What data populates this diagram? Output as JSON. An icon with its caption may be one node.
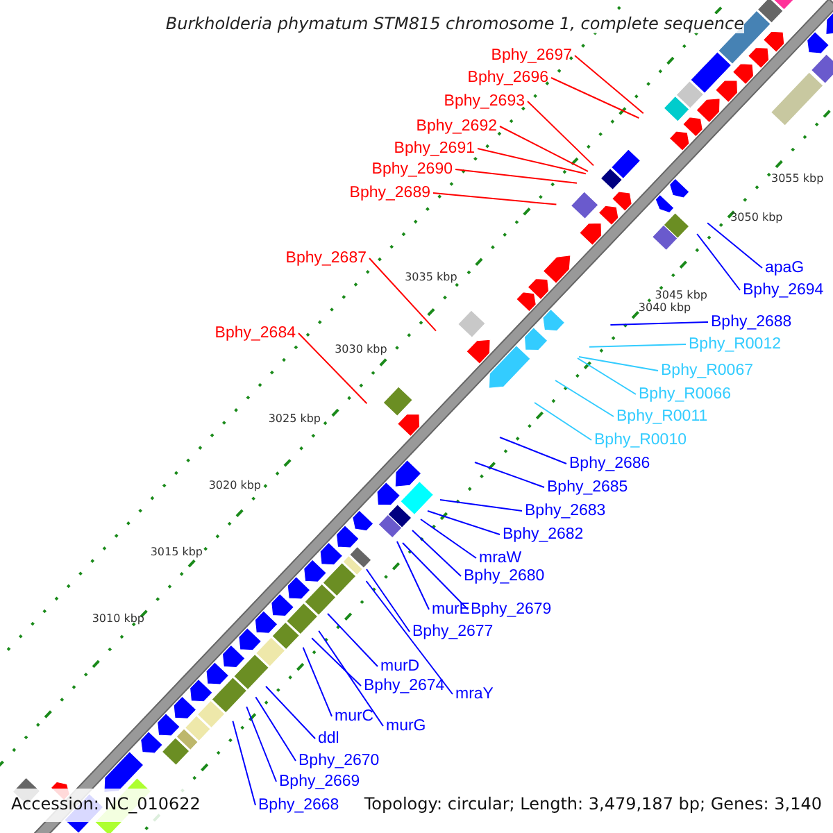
{
  "diagram": {
    "title": "Burkholderia phymatum STM815 chromosome 1, complete sequence",
    "nodes": [
      {
        "text": [
          "Bphy_2697"
        ]
      },
      {
        "text": [
          "Bphy_2696"
        ]
      },
      {
        "text": [
          "Bphy_2693"
        ]
      },
      {
        "text": [
          "Bphy_2692"
        ]
      },
      {
        "text": [
          "Bphy_2691"
        ]
      },
      {
        "text": [
          "Bphy_2690"
        ]
      },
      {
        "text": [
          "Bphy_2689"
        ]
      },
      {
        "text": [
          "Bphy_2687"
        ]
      },
      {
        "text": [
          "Bphy_2684"
        ]
      },
      {
        "text": [
          "apaG"
        ]
      },
      {
        "text": [
          "Bphy_2694"
        ]
      },
      {
        "text": [
          "Bphy_2688"
        ]
      },
      {
        "text": [
          "Bphy_R0012"
        ]
      },
      {
        "text": [
          "Bphy_R0067"
        ]
      },
      {
        "text": [
          "Bphy_R0066"
        ]
      },
      {
        "text": [
          "Bphy_R0011"
        ]
      },
      {
        "text": [
          "Bphy_R0010"
        ]
      },
      {
        "text": [
          "Bphy_2686"
        ]
      },
      {
        "text": [
          "Bphy_2685"
        ]
      },
      {
        "text": [
          "Bphy_2683"
        ]
      },
      {
        "text": [
          "Bphy_2682"
        ]
      },
      {
        "text": [
          "mraW"
        ]
      },
      {
        "text": [
          "Bphy_2680"
        ]
      },
      {
        "text": [
          "murE"
        ]
      },
      {
        "text": [
          "Bphy_2679"
        ]
      },
      {
        "text": [
          "Bphy_2677"
        ]
      },
      {
        "text": [
          "murD"
        ]
      },
      {
        "text": [
          "Bphy_2674"
        ]
      },
      {
        "text": [
          "mraY"
        ]
      },
      {
        "text": [
          "murC"
        ]
      },
      {
        "text": [
          "murG"
        ]
      },
      {
        "text": [
          "ddl"
        ]
      },
      {
        "text": [
          "Bphy_2670"
        ]
      },
      {
        "text": [
          "Bphy_2669"
        ]
      },
      {
        "text": [
          "Bphy_2668"
        ]
      }
    ],
    "edges": [
      {
        "from": 0,
        "to": null,
        "arrow": "none",
        "color": "#ff0000"
      },
      {
        "from": 1,
        "to": null,
        "arrow": "none",
        "color": "#ff0000"
      },
      {
        "from": 2,
        "to": null,
        "arrow": "none",
        "color": "#ff0000"
      },
      {
        "from": 3,
        "to": null,
        "arrow": "none",
        "color": "#ff0000"
      },
      {
        "from": 4,
        "to": null,
        "arrow": "none",
        "color": "#ff0000"
      },
      {
        "from": 5,
        "to": null,
        "arrow": "none",
        "color": "#ff0000"
      },
      {
        "from": 6,
        "to": null,
        "arrow": "none",
        "color": "#ff0000"
      },
      {
        "from": 7,
        "to": null,
        "arrow": "none",
        "color": "#ff0000"
      },
      {
        "from": 8,
        "to": null,
        "arrow": "none",
        "color": "#ff0000"
      },
      {
        "from": 9,
        "to": null,
        "arrow": "none"
      },
      {
        "from": 10,
        "to": null,
        "arrow": "none"
      },
      {
        "from": 11,
        "to": null,
        "arrow": "none"
      },
      {
        "from": 12,
        "to": null,
        "arrow": "none",
        "color": "#33ccff"
      },
      {
        "from": 13,
        "to": null,
        "arrow": "none",
        "color": "#33ccff"
      },
      {
        "from": 14,
        "to": null,
        "arrow": "none",
        "color": "#33ccff"
      },
      {
        "from": 15,
        "to": null,
        "arrow": "none",
        "color": "#33ccff"
      },
      {
        "from": 16,
        "to": null,
        "arrow": "none",
        "color": "#33ccff"
      },
      {
        "from": 17,
        "to": null,
        "arrow": "none"
      },
      {
        "from": 18,
        "to": null,
        "arrow": "none"
      },
      {
        "from": 19,
        "to": null,
        "arrow": "none"
      },
      {
        "from": 20,
        "to": null,
        "arrow": "none"
      },
      {
        "from": 21,
        "to": null,
        "arrow": "none"
      },
      {
        "from": 22,
        "to": null,
        "arrow": "none"
      },
      {
        "from": 23,
        "to": null,
        "arrow": "none"
      },
      {
        "from": 24,
        "to": null,
        "arrow": "none"
      },
      {
        "from": 25,
        "to": null,
        "arrow": "none"
      },
      {
        "from": 26,
        "to": null,
        "arrow": "none"
      },
      {
        "from": 27,
        "to": null,
        "arrow": "none"
      },
      {
        "from": 28,
        "to": null,
        "arrow": "none"
      },
      {
        "from": 29,
        "to": null,
        "arrow": "none"
      },
      {
        "from": 30,
        "to": null,
        "arrow": "none"
      },
      {
        "from": 31,
        "to": null,
        "arrow": "none"
      },
      {
        "from": 32,
        "to": null,
        "arrow": "none"
      },
      {
        "from": 33,
        "to": null,
        "arrow": "none"
      },
      {
        "from": 34,
        "to": null,
        "arrow": "none"
      }
    ],
    "labels": [
      "3055 kbp",
      "3050 kbp",
      "3045 kbp",
      "3040 kbp",
      "3035 kbp",
      "3030 kbp",
      "3025 kbp",
      "3020 kbp",
      "3015 kbp",
      "3010 kbp",
      "Accession: NC_010622",
      "Topology: circular; Length: 3,479,187 bp; Genes: 3,140"
    ]
  }
}
